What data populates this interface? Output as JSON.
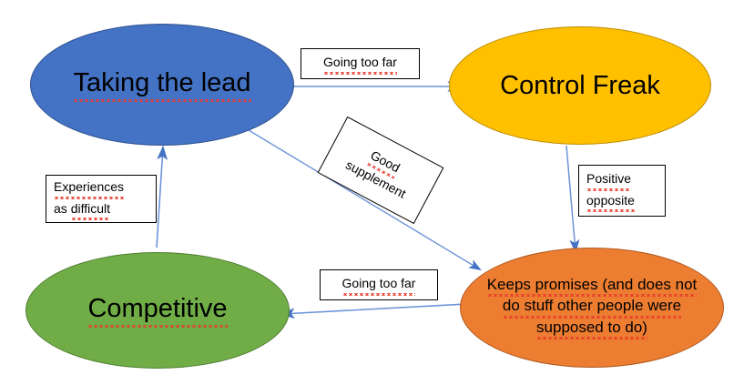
{
  "diagram": {
    "title": "Taking the lead / Control Freak / Competitive relationship map",
    "colors": {
      "blue": "#4472C4",
      "amber": "#FFC000",
      "green": "#70AD47",
      "orange": "#ED7D31",
      "arrow": "#4472C4",
      "box_border": "#000000",
      "spellcheck_underline": "#E8392B",
      "background": "#FFFFFF"
    },
    "nodes": [
      {
        "id": "taking-the-lead",
        "text": "Taking the lead",
        "shape": "ellipse",
        "fill": "#4472C4",
        "spellchecked": true
      },
      {
        "id": "control-freak",
        "text": "Control Freak",
        "shape": "ellipse",
        "fill": "#FFC000",
        "spellchecked": false
      },
      {
        "id": "competitive",
        "text": "Competitive",
        "shape": "ellipse",
        "fill": "#70AD47",
        "spellchecked": true
      },
      {
        "id": "keeps-promises",
        "shape": "ellipse",
        "fill": "#ED7D31",
        "lines": [
          "Keeps promises (and does not",
          "do stuff other people were",
          "supposed to do)"
        ],
        "text": "Keeps promises (and does not do stuff other people were supposed to do)",
        "spellchecked": true
      }
    ],
    "edge_labels": [
      {
        "id": "going-too-far-top",
        "text": "Going too far",
        "from": "taking-the-lead",
        "to": "control-freak",
        "rotated": false
      },
      {
        "id": "good-supplement",
        "line1": "Good",
        "line2": "supplement",
        "text": "Good supplement",
        "from": "taking-the-lead",
        "to": "keeps-promises",
        "rotated": true,
        "rotation_deg": 28
      },
      {
        "id": "positive-opposite",
        "line1": "Positive",
        "line2": "opposite",
        "text": "Positive opposite",
        "from": "control-freak",
        "to": "keeps-promises",
        "rotated": false
      },
      {
        "id": "going-too-far-bottom",
        "text": "Going too far",
        "from": "keeps-promises",
        "to": "competitive",
        "rotated": false
      },
      {
        "id": "experiences-as-difficult",
        "line1": "Experiences",
        "line2": "as difficult",
        "text": "Experiences as difficult",
        "from": "competitive",
        "to": "taking-the-lead",
        "rotated": false
      }
    ],
    "arrows": [
      {
        "id": "arrow-lead-to-control",
        "from": "taking-the-lead",
        "to": "control-freak",
        "direction": "right"
      },
      {
        "id": "arrow-lead-to-keeps",
        "from": "taking-the-lead",
        "to": "keeps-promises",
        "direction": "down-right"
      },
      {
        "id": "arrow-control-to-keeps",
        "from": "control-freak",
        "to": "keeps-promises",
        "direction": "down"
      },
      {
        "id": "arrow-keeps-to-competitive",
        "from": "keeps-promises",
        "to": "competitive",
        "direction": "left"
      },
      {
        "id": "arrow-competitive-to-lead",
        "from": "competitive",
        "to": "taking-the-lead",
        "direction": "up"
      }
    ]
  }
}
